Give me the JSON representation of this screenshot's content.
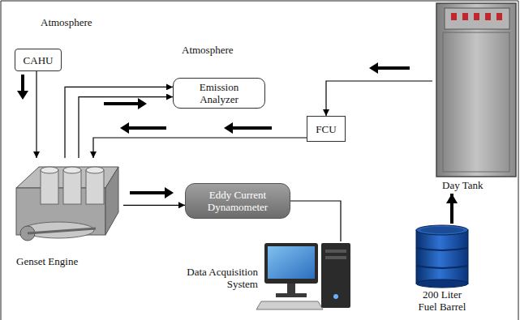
{
  "diagram": {
    "nodes": [
      {
        "text": [
          "CAHU"
        ]
      },
      {
        "text": [
          "Emission Analyzer"
        ]
      },
      {
        "text": [
          "FCU"
        ]
      },
      {
        "text": [
          "Day Tank"
        ]
      },
      {
        "text": [
          "Genset Engine"
        ]
      },
      {
        "text": [
          "Eddy Current Dynamometer"
        ]
      },
      {
        "text": [
          "Data Acquisition System"
        ]
      },
      {
        "text": [
          "200 Liter Fuel Barrel"
        ]
      }
    ],
    "edges": [
      {
        "from": 0,
        "to": 4,
        "arrow": "to"
      },
      {
        "from": 4,
        "to": 1,
        "arrow": "to"
      },
      {
        "from": 4,
        "to": 1,
        "arrow": "to"
      },
      {
        "from": 2,
        "to": 4,
        "arrow": "to"
      },
      {
        "from": 3,
        "to": 2,
        "arrow": "to"
      },
      {
        "from": 7,
        "to": 3,
        "arrow": "to"
      },
      {
        "from": 4,
        "to": 5,
        "arrow": "to"
      },
      {
        "from": 5,
        "to": 6,
        "arrow": "none"
      }
    ],
    "labels": [
      "Atmosphere",
      "Atmosphere"
    ]
  }
}
